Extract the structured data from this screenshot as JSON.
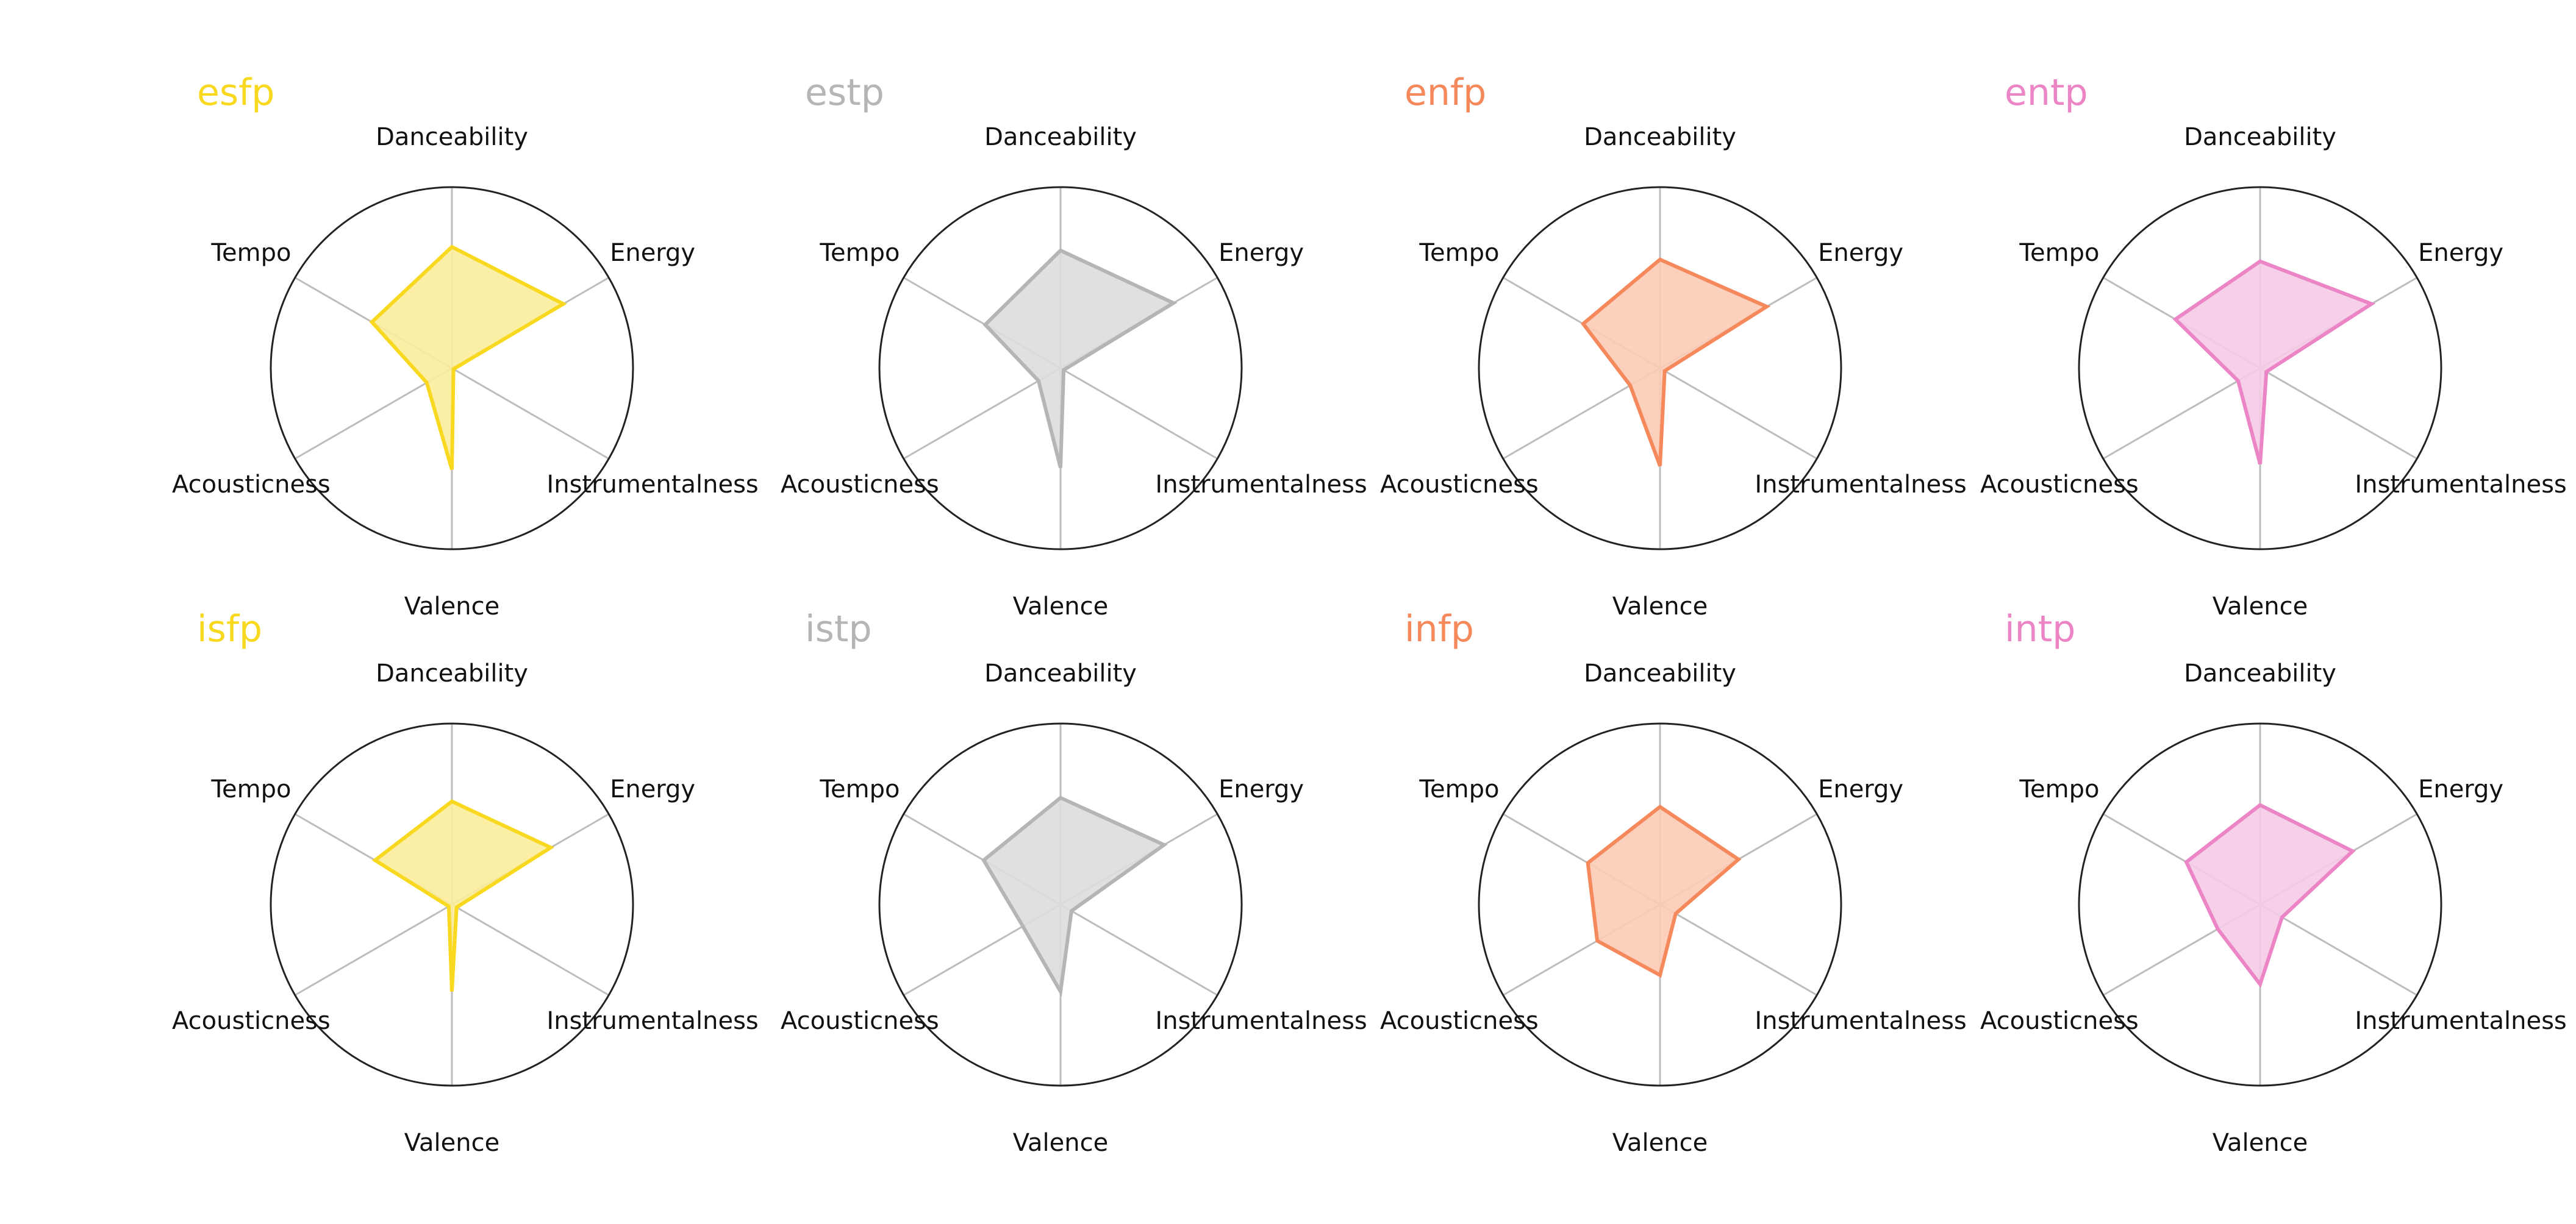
{
  "chart_data": {
    "type": "radar",
    "axes": [
      "Danceability",
      "Energy",
      "Instrumentalness",
      "Valence",
      "Acousticness",
      "Tempo"
    ],
    "rlim": [
      0,
      1
    ],
    "grid": true,
    "panels": [
      {
        "title": "esfp",
        "color": "#F9D920",
        "fill": "#FBEC9B",
        "values": [
          0.67,
          0.71,
          0.01,
          0.56,
          0.16,
          0.51
        ]
      },
      {
        "title": "estp",
        "color": "#B5B5B5",
        "fill": "#DDDDDD",
        "values": [
          0.65,
          0.72,
          0.02,
          0.55,
          0.14,
          0.48
        ]
      },
      {
        "title": "enfp",
        "color": "#F5895C",
        "fill": "#FBCBB5",
        "values": [
          0.6,
          0.68,
          0.03,
          0.54,
          0.19,
          0.49
        ]
      },
      {
        "title": "entp",
        "color": "#EC85C5",
        "fill": "#F4CBE5",
        "values": [
          0.59,
          0.71,
          0.04,
          0.53,
          0.14,
          0.54
        ]
      },
      {
        "title": "isfp",
        "color": "#F9D920",
        "fill": "#FBEC9B",
        "values": [
          0.57,
          0.63,
          0.03,
          0.48,
          0.02,
          0.49
        ]
      },
      {
        "title": "istp",
        "color": "#B5B5B5",
        "fill": "#DDDDDD",
        "values": [
          0.59,
          0.66,
          0.07,
          0.48,
          0.24,
          0.49
        ]
      },
      {
        "title": "infp",
        "color": "#F5895C",
        "fill": "#FBCBB5",
        "values": [
          0.54,
          0.5,
          0.1,
          0.39,
          0.4,
          0.46
        ]
      },
      {
        "title": "intp",
        "color": "#EC85C5",
        "fill": "#F4CBE5",
        "values": [
          0.55,
          0.59,
          0.14,
          0.44,
          0.27,
          0.47
        ]
      }
    ]
  }
}
